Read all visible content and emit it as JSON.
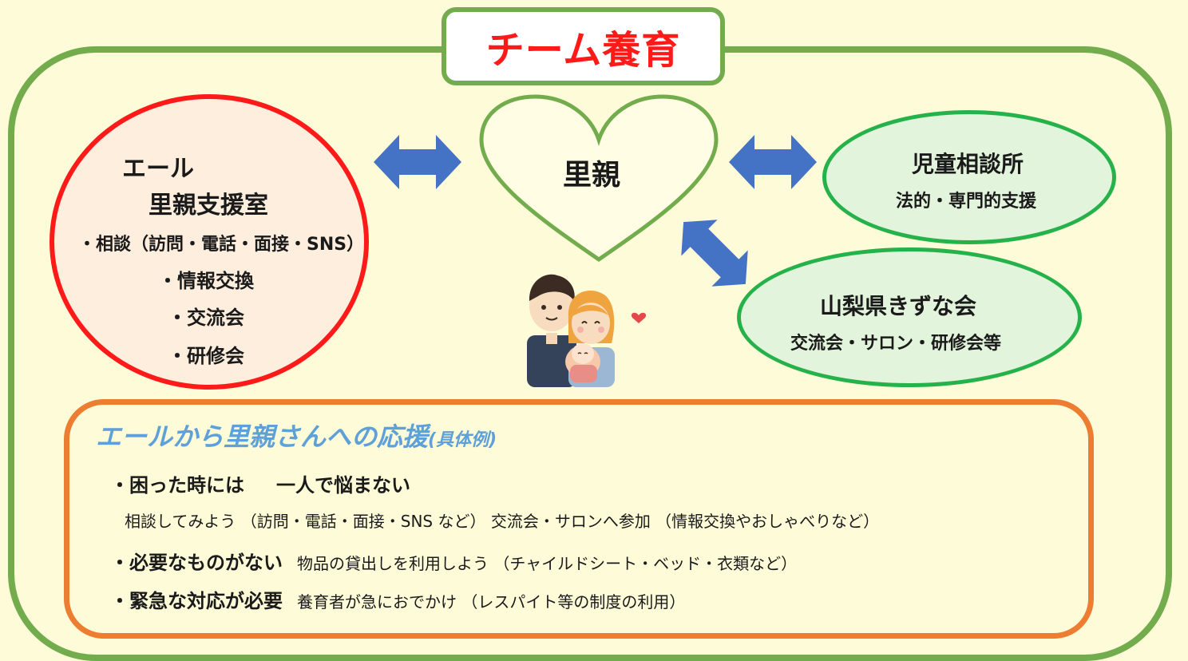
{
  "title": "チーム養育",
  "center": "里親",
  "yell_office": {
    "line1": "エール",
    "line2": "里親支援室",
    "items": [
      "・相談（訪問・電話・面接・SNS）",
      "・情報交換",
      "・交流会",
      "・研修会"
    ]
  },
  "child_guidance": {
    "title": "児童相談所",
    "subtitle": "法的・専門的支援"
  },
  "kizuna": {
    "title": "山梨県きずな会",
    "subtitle": "交流会・サロン・研修会等"
  },
  "support": {
    "title": "エールから里親さんへの応援",
    "title_suffix": "(具体例)",
    "l1_a": "・困った時には",
    "l1_b": "一人で悩まない",
    "l2": "相談してみよう （訪問・電話・面接・SNS など） 交流会・サロンへ参加 （情報交換やおしゃべりなど）",
    "l3_bold": "・必要なものがない",
    "l3_text": "物品の貸出しを利用しよう （チャイルドシート・ベッド・衣類など）",
    "l4_bold": "・緊急な対応が必要",
    "l4_text": "養育者が急におでかけ （レスパイト等の制度の利用）"
  },
  "colors": {
    "frame": "#72ac4d",
    "title": "#ff1a1a",
    "arrow": "#4472c4",
    "yell_border": "#ff1a1a",
    "ellipse_border": "#26b24a",
    "support_border": "#ed7d31",
    "support_title": "#5ea0d8"
  }
}
